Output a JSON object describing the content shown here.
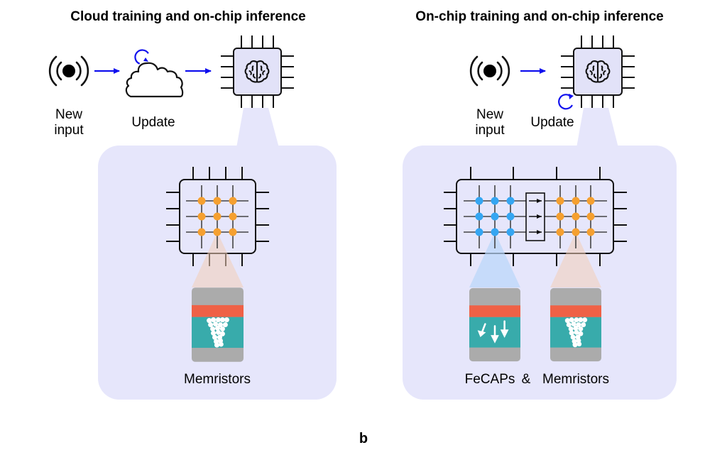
{
  "figure_label": "b",
  "colors": {
    "panel_bg": "#e6e6fb",
    "chip_fill": "#e2e2f8",
    "arrow_blue": "#1010ee",
    "memristor_dot": "#f5a030",
    "fecap_dot": "#35a6f2",
    "electrode_gray": "#ababab",
    "top_layer_red": "#ef6146",
    "oxide_teal": "#38abab",
    "beam_orange": "#f3cdb8",
    "beam_blue": "#b8d6fa"
  },
  "left": {
    "title": "Cloud training and on-chip inference",
    "input_label_line1": "New",
    "input_label_line2": "input",
    "update_label": "Update",
    "device_label": "Memristors",
    "icons": [
      "signal-icon",
      "cloud-icon",
      "refresh-icon",
      "chip-icon",
      "brain-icon"
    ],
    "crossbar": {
      "rows": 3,
      "cols": 3,
      "cell_type": "memristor"
    }
  },
  "right": {
    "title": "On-chip training and on-chip inference",
    "input_label_line1": "New",
    "input_label_line2": "input",
    "update_label": "Update",
    "device_label_1": "FeCAPs",
    "device_label_amp": "&",
    "device_label_2": "Memristors",
    "icons": [
      "signal-icon",
      "chip-icon",
      "brain-icon",
      "refresh-icon"
    ],
    "crossbar_left": {
      "rows": 3,
      "cols": 3,
      "cell_type": "fecap"
    },
    "crossbar_right": {
      "rows": 3,
      "cols": 3,
      "cell_type": "memristor"
    },
    "transfer_arrows": 3
  }
}
